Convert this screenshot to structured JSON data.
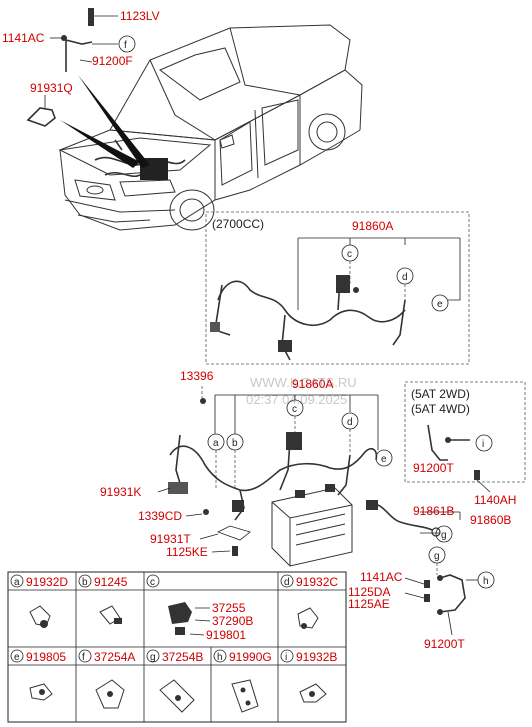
{
  "top_labels": {
    "p1123LV": "1123LV",
    "p1141AC": "1141AC",
    "p91200F": "91200F",
    "p91931Q": "91931Q",
    "callout_f": "f"
  },
  "box_2700": {
    "condition": "(2700CC)",
    "part": "91860A",
    "callouts": [
      "c",
      "d",
      "e"
    ]
  },
  "watermark": {
    "line1": "WWW.ILCATS.RU",
    "line2": "02:37 04.09.2025"
  },
  "main_labels": {
    "p13396": "13396",
    "p91860A": "91860A",
    "p91931K": "91931K",
    "p1339CD": "1339CD",
    "p91931T": "91931T",
    "p1125KE": "1125KE",
    "p91861B": "91861B",
    "p91860B": "91860B",
    "callouts": [
      "a",
      "b",
      "c",
      "d",
      "e"
    ]
  },
  "box_5at": {
    "line1": "(5AT 2WD)",
    "line2": "(5AT 4WD)",
    "part": "91200T",
    "callout": "i",
    "p1140AH": "1140AH"
  },
  "lower_right": {
    "p1141AC": "1141AC",
    "p1125DA": "1125DA",
    "p1125AE": "1125AE",
    "p91200T": "91200T",
    "callout_g": "g",
    "callout_h": "h"
  },
  "legend": {
    "row1": [
      {
        "letter": "a",
        "part": "91932D"
      },
      {
        "letter": "b",
        "part": "91245"
      },
      {
        "letter": "c",
        "parts": [
          "37255",
          "37290B",
          "919801"
        ]
      },
      {
        "letter": "d",
        "part": "91932C"
      }
    ],
    "row2": [
      {
        "letter": "e",
        "part": "919805"
      },
      {
        "letter": "f",
        "part": "37254A"
      },
      {
        "letter": "g",
        "part": "37254B"
      },
      {
        "letter": "h",
        "part": "91990G"
      },
      {
        "letter": "i",
        "part": "91932B"
      }
    ]
  }
}
